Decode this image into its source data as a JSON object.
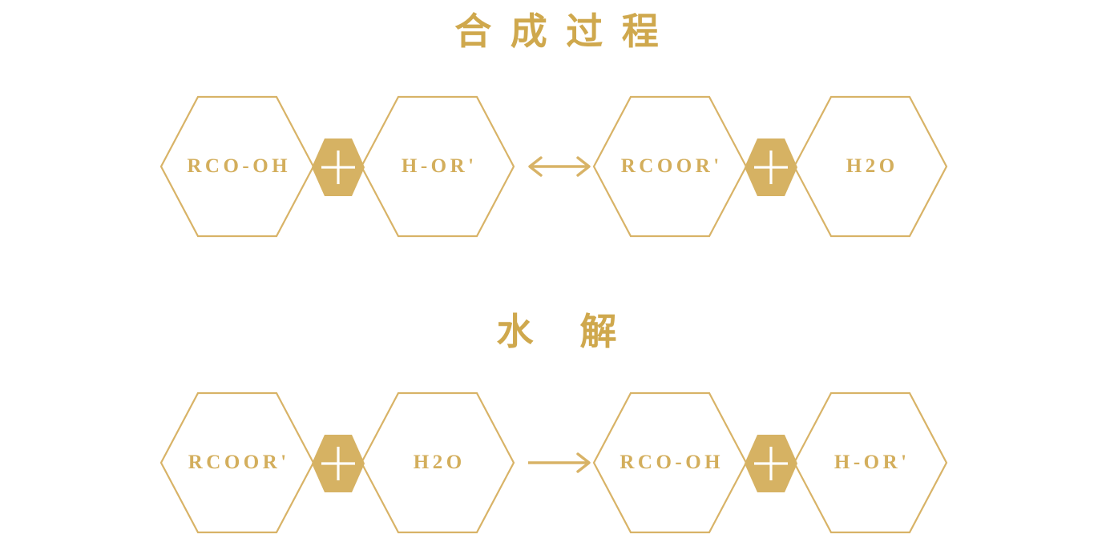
{
  "palette": {
    "background": "#ffffff",
    "title_gold": "#cfa84d",
    "outline_gold": "#d8b367",
    "label_gold": "#d3ae5c",
    "fill_gold": "#d6b263",
    "plus_white": "#ffffff"
  },
  "sections": [
    {
      "id": "synthesis",
      "title": "合 成 过 程",
      "arrow": {
        "name": "double-headed-arrow",
        "glyph": "↔",
        "direction": "reversible"
      },
      "reactants": {
        "left_label": "RCO-OH",
        "operator": "+",
        "right_label": "H-OR'"
      },
      "products": {
        "left_label": "RCOOR'",
        "operator": "+",
        "right_label": "H2O"
      }
    },
    {
      "id": "hydrolysis",
      "title": "水　解",
      "arrow": {
        "name": "right-arrow",
        "glyph": "→",
        "direction": "forward"
      },
      "reactants": {
        "left_label": "RCOOR'",
        "operator": "+",
        "right_label": "H2O"
      },
      "products": {
        "left_label": "RCO-OH",
        "operator": "+",
        "right_label": "H-OR'"
      }
    }
  ]
}
